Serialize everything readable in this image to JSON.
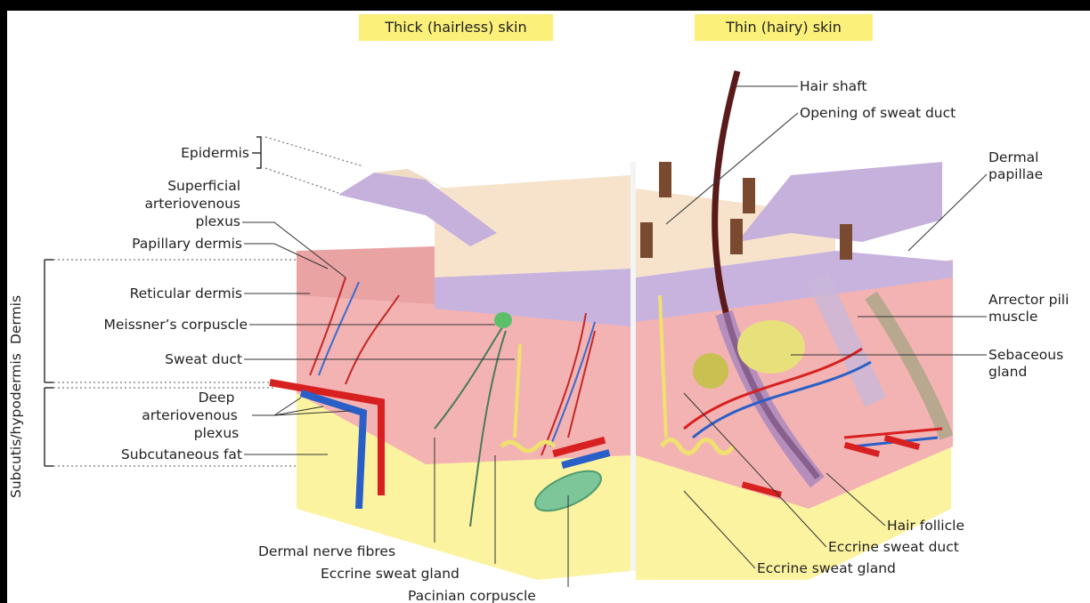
{
  "headers": {
    "thick": "Thick (hairless) skin",
    "thin": "Thin (hairy) skin"
  },
  "side": {
    "subcutis": "Subcutis/hypodermis",
    "dermis": "Dermis"
  },
  "labels": {
    "epidermis": "Epidermis",
    "superficial_1": "Superficial",
    "superficial_2": "arteriovenous",
    "superficial_3": "plexus",
    "papillary": "Papillary dermis",
    "reticular": "Reticular dermis",
    "meissner": "Meissner’s corpuscle",
    "sweat_duct": "Sweat duct",
    "deep_1": "Deep",
    "deep_2": "arteriovenous",
    "deep_3": "plexus",
    "subcut_fat": "Subcutaneous fat",
    "nerve": "Dermal nerve fibres",
    "eccrine_gland_left": "Eccrine sweat gland",
    "pacinian": "Pacinian corpuscle",
    "hair_shaft": "Hair shaft",
    "opening": "Opening of sweat duct",
    "dermal_papillae_1": "Dermal",
    "dermal_papillae_2": "papillae",
    "arrector_1": "Arrector pili",
    "arrector_2": "muscle",
    "sebaceous_1": "Sebaceous",
    "sebaceous_2": "gland",
    "hair_follicle": "Hair follicle",
    "eccrine_duct": "Eccrine sweat duct",
    "eccrine_gland_right": "Eccrine sweat gland"
  }
}
